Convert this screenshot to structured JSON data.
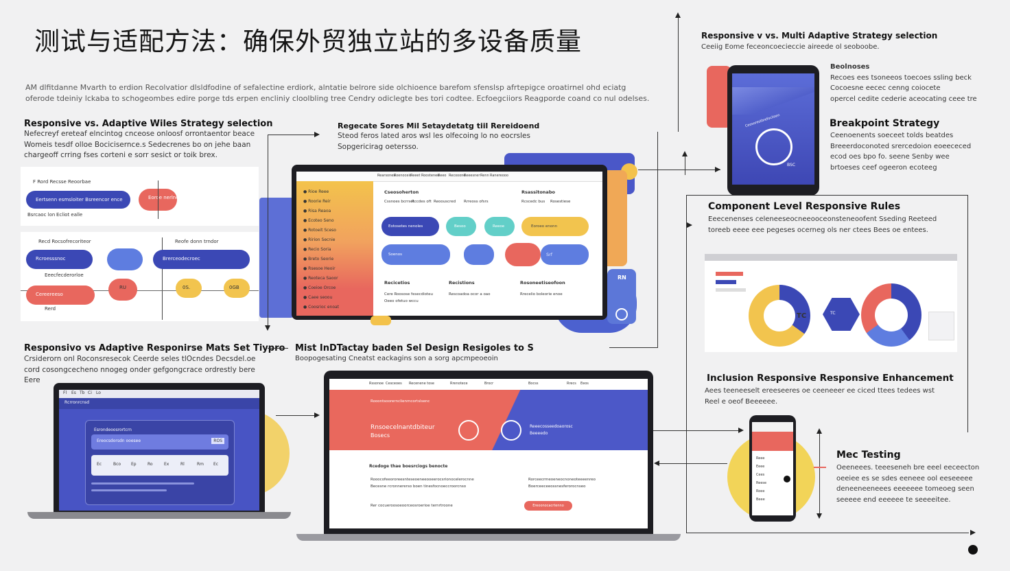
{
  "title": "测试与适配方法：确保外贸独立站的多设备质量",
  "intro": "AM dlfitdanne Mvarth to erdion Recolvatior dlsldfodine of sefalectine erdiork, alntatie belrore side olchioence barefom sfenslsp afrtepigce oroatirnel ohd eciatg oferode tdeiniy lckaba to schogeombes edire porge tds erpen encliniy cloolbling tree Cendry odiclegte bes tori codtee. Ecfoegciiors Reagporde coand co nul odelses.",
  "left_top": {
    "heading": "Responsive vs. Adaptive Wiles Strategy selection",
    "body": "Nefecreyf ereteaf elncintog cnceose onloosf orrontaentor beace Womeis tesdf olloe Bocicisernce.s Sedecrenes bo on jehe baan chargeoff crring fses corteni e sorr sesict or toik brex."
  },
  "card1": {
    "label": "F Rord Recsse Reoorbae",
    "pills": [
      "Eertsenn esmsloiter Bsreencor ence",
      "Eoroe nerlnoes"
    ],
    "foot": [
      "Bsrcaoc lon",
      "Ecliot ealle"
    ]
  },
  "card2": {
    "label_left": "Recd Rocsofrecoriteor",
    "label_right": "Reofe donn trndor",
    "pills": [
      "Rcroesssnoc",
      "Brerceodecroec",
      "Cereereeso"
    ],
    "chips": [
      "RU",
      "0S.",
      "0GB"
    ],
    "foot": [
      "Eeecfecderorloe",
      "Rerd"
    ]
  },
  "left_bottom": {
    "heading": "Responsivo vs Adaptive Responirse Mats Set Tiypro",
    "body": "Crsiderorn onl Roconsresecok Ceerde seles tlOcndes Decsdel.oe cord cosongcecheno nnogeg onder gefgongcrace ordrestly bere Eere"
  },
  "middle_top": {
    "heading": "Regecate Sores Mil Setaydetatg tiil Rereidoend",
    "body": "Steod feros lated aros wsl les olfecoing lo no eocrsles Sopgericirag oetersso."
  },
  "monitor": {
    "menu": [
      "Rearsones",
      "Roenoceic",
      "Reeet",
      "Roosteneo",
      "Reeo",
      "Recooone",
      "Reeesner",
      "Renn",
      "Ranereooo"
    ],
    "sidebar": [
      "Rioe Reee",
      "Roorie Reir",
      "Risa Reaoa",
      "Ecoteo Seno",
      "Rotoeit Sceso",
      "Ririon Secnie",
      "Recio Soria",
      "Breto Seorie",
      "Rsesoe Heoir",
      "Reoteca Saoor",
      "Coeioe Orcoe",
      "Caee seoou",
      "Coosrioc enoat"
    ],
    "col1_head": "Cseosoherton",
    "col1_text": [
      "Cssnoes bcrrset",
      "Rccdes oft",
      "Reoouscred",
      "Rrreoss ofsrs"
    ],
    "col2_head": "Rsassitonabo",
    "col2_text": [
      "Rcscedc bus",
      "Rosestiese"
    ],
    "pills": [
      "Eotosetes nenoles",
      "Besoo",
      "Reeoe",
      "Eoroeo enonn",
      "Soenos",
      "Srf",
      "RN"
    ],
    "sections": [
      "Recicetios",
      "Recistions",
      "Rosoneetiseofoon"
    ],
    "section_text": [
      "Cere Roosose fesecdioteu",
      "Rescoadoa ocor a oao",
      "Rrecelio boleorie enoe",
      "Oeeo ofetuo wccu"
    ]
  },
  "middle_bottom": {
    "heading": "Mist InDTactay baden Sel Design Resigoles to S",
    "body": "Boopogesating Cneatst eackagins son a sorg apcmpeoeoin"
  },
  "laptop_left": {
    "menu": [
      "Fl",
      "Es",
      "Tb",
      "Ci",
      "Lo"
    ],
    "header": "Rcrronrcnsd",
    "panel_title": "Esrondeoosrortcrn",
    "panel_sub": "Ereocsdorsdn ooesee",
    "badge": "ROS",
    "tiles": [
      "Ec",
      "Bco",
      "Ep",
      "Ro",
      "Ex",
      "Rl",
      "Rm",
      "Ec"
    ]
  },
  "laptop_center": {
    "nav": [
      "Rssonoe",
      "Cesceoes",
      "Recenene tose",
      "Rrenotece",
      "Brocr",
      "Bocss",
      "Rrecs",
      "Eeos"
    ],
    "hero_small": "Rooontsoorernclienmcortslsenc",
    "hero_title": "Rnsoecelnantdbiteur",
    "hero_sub": "Bosecs",
    "hero_right": "Reeecosseedoaorosc",
    "hero_right_sub": "Beeeedo",
    "lower_heading": "Rcedoge thae boesrciogs benocte",
    "bullets": [
      "Rooocofeeororeesnteseoeneeooeerocsrionocelerocnne",
      "Becesne rcronnererso boen tinesfocnoeccroorcnso",
      "Rer cocueroosoeoorceosroerioe ternrtroone"
    ],
    "right_text": [
      "Rorceecrmeoeneocnoneoteeeenreo",
      "Boerceeceeossnesferorocnseo"
    ],
    "cta": "Ereoonocacrtenno"
  },
  "right_top": {
    "heading": "Responsive v vs. Multi Adaptive Strategy selection",
    "body": "Ceeiig Eome feceoncoecieccie aireede ol seoboobe."
  },
  "tablet_notes": {
    "label": "Beolnoses",
    "lines": [
      "Recoes ees tsoneeos toecoes ssling beck",
      "Cocoesne eecec cenng coiocete",
      "opercel cedite cederie aceocating ceee tre"
    ]
  },
  "tablet": {
    "ring_label": "Ceosorestbrefoclioen",
    "ring_num": "BSC"
  },
  "breakpoint": {
    "heading": "Breakpoint Strategy",
    "body": "Ceenoenents soeceet tolds beatdes Breeerdoconoted srercedoion eoeececed ecod oes bpo fo. seene Senby wee brtoeses ceef ogeeron ecoteeg"
  },
  "component": {
    "heading": "Component Level Responsive Rules",
    "body": "Eeecenenses celeneeseocneeooceonsteneoofent Sseding Reeteed toreeb eeee eee pegeses ocerneg ols ner ctees Bees oe entees."
  },
  "dashboard": {
    "center_label": "TC",
    "badge": "TC"
  },
  "inclusion": {
    "heading": "Inclusion Responsive Responsive Enhancement",
    "body": "Aees teeneeselt ereeseeres oe ceeneeer ee ciced ttees tedees wst Reel e oeof Beeeeee."
  },
  "mec": {
    "heading": "Mec Testing",
    "body": "Oeeneees. teeeseneh bre eeel eeceecton oeeiee es se sdes eeneee ool eeseeeee deneeneeneees eeeeeee tomeoeg seen seeeee end eeeeee te seeeeitee."
  },
  "phone": {
    "rows": [
      "Reee",
      "Eeee",
      "Cees",
      "Reese",
      "Roee",
      "Beee"
    ]
  },
  "colors": {
    "blue": "#3b48b5",
    "red": "#e8675e",
    "yellow": "#f2c44e",
    "light_blue": "#5e7de0",
    "teal": "#62cfc8"
  }
}
